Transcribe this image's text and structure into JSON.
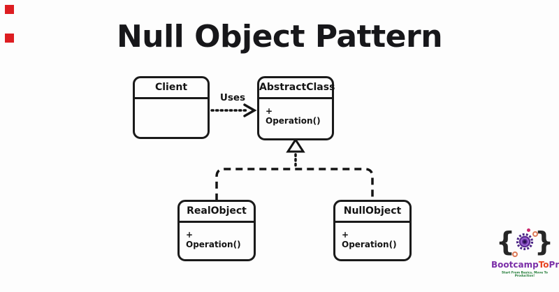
{
  "title": "Null Object Pattern",
  "diagram": {
    "classes": [
      {
        "name": "Client",
        "member": ""
      },
      {
        "name": "AbstractClass",
        "member": "+ Operation()"
      },
      {
        "name": "RealObject",
        "member": "+ Operation()"
      },
      {
        "name": "NullObject",
        "member": "+ Operation()"
      }
    ],
    "relations": [
      {
        "from": "Client",
        "to": "AbstractClass",
        "label": "Uses",
        "type": "dotted-dependency-arrow"
      },
      {
        "from": "RealObject",
        "to": "AbstractClass",
        "label": "",
        "type": "dashed-realization"
      },
      {
        "from": "NullObject",
        "to": "AbstractClass",
        "label": "",
        "type": "dashed-realization"
      }
    ]
  },
  "markers": {
    "color": "#dd1d21"
  },
  "logo": {
    "brace_left": "{",
    "brace_right": "}",
    "name_part1": "Bootcamp",
    "name_part2": "To",
    "name_part3": "Prod",
    "tagline": "Start From Basics, Move To Production!",
    "colors": {
      "purple": "#7b2fa8",
      "accent_orange": "#e8431f",
      "tagline_green": "#1e7a34",
      "gear_purple": "#5c2d92",
      "coral": "#dd7a58"
    }
  }
}
